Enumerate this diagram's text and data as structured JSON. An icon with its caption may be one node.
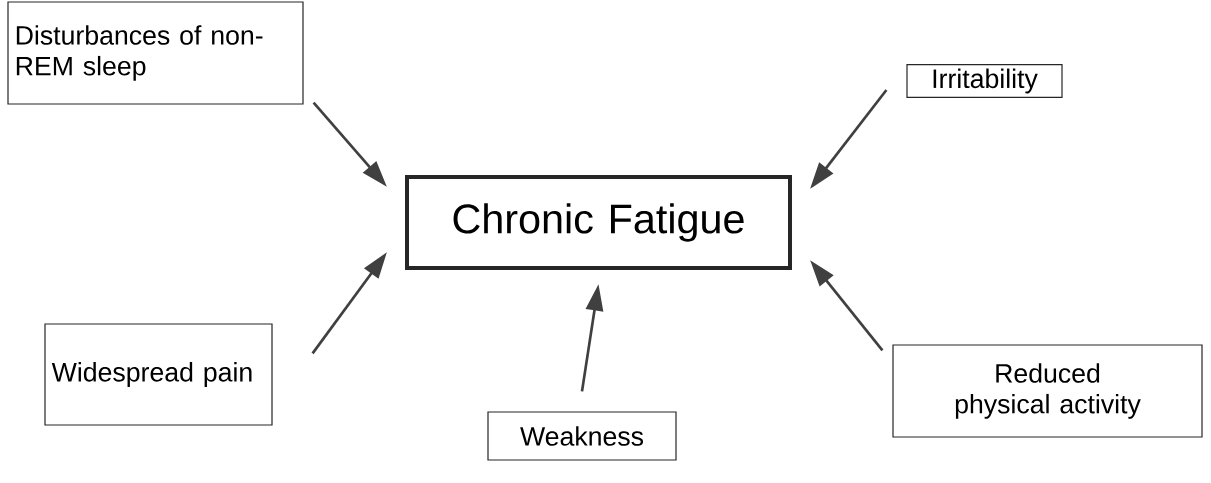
{
  "diagram": {
    "nodes": [
      {
        "text": [
          "Disturbances of non-REM sleep"
        ]
      },
      {
        "text": [
          "Irritability"
        ]
      },
      {
        "text": [
          "Chronic Fatigue"
        ]
      },
      {
        "text": [
          "Widespread pain"
        ]
      },
      {
        "text": [
          "Reduced physical activity"
        ]
      },
      {
        "text": [
          "Weakness"
        ]
      }
    ],
    "edges": [
      {
        "from": 0,
        "to": 2,
        "arrow": "to"
      },
      {
        "from": 1,
        "to": 2,
        "arrow": "to"
      },
      {
        "from": 3,
        "to": 2,
        "arrow": "to"
      },
      {
        "from": 4,
        "to": 2,
        "arrow": "to"
      },
      {
        "from": 5,
        "to": 2,
        "arrow": "to"
      }
    ]
  }
}
